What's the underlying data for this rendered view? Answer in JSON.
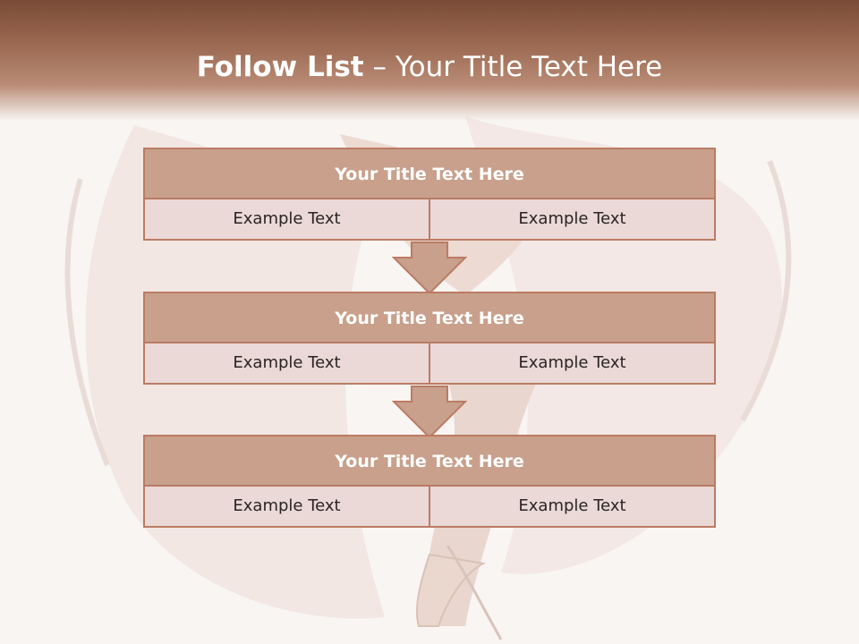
{
  "title": {
    "bold": "Follow List",
    "separator": " – ",
    "rest": "Your Title Text Here"
  },
  "steps": [
    {
      "title": "Your Title Text Here",
      "left": "Example Text",
      "right": "Example Text"
    },
    {
      "title": "Your Title Text Here",
      "left": "Example Text",
      "right": "Example Text"
    },
    {
      "title": "Your Title Text Here",
      "left": "Example Text",
      "right": "Example Text"
    }
  ],
  "colors": {
    "accent": "#bb7b63",
    "header": "#c8a08c",
    "cell": "#ead9d6",
    "band": "#8a5a44"
  },
  "icons": {
    "arrow": "down-arrow-icon"
  }
}
